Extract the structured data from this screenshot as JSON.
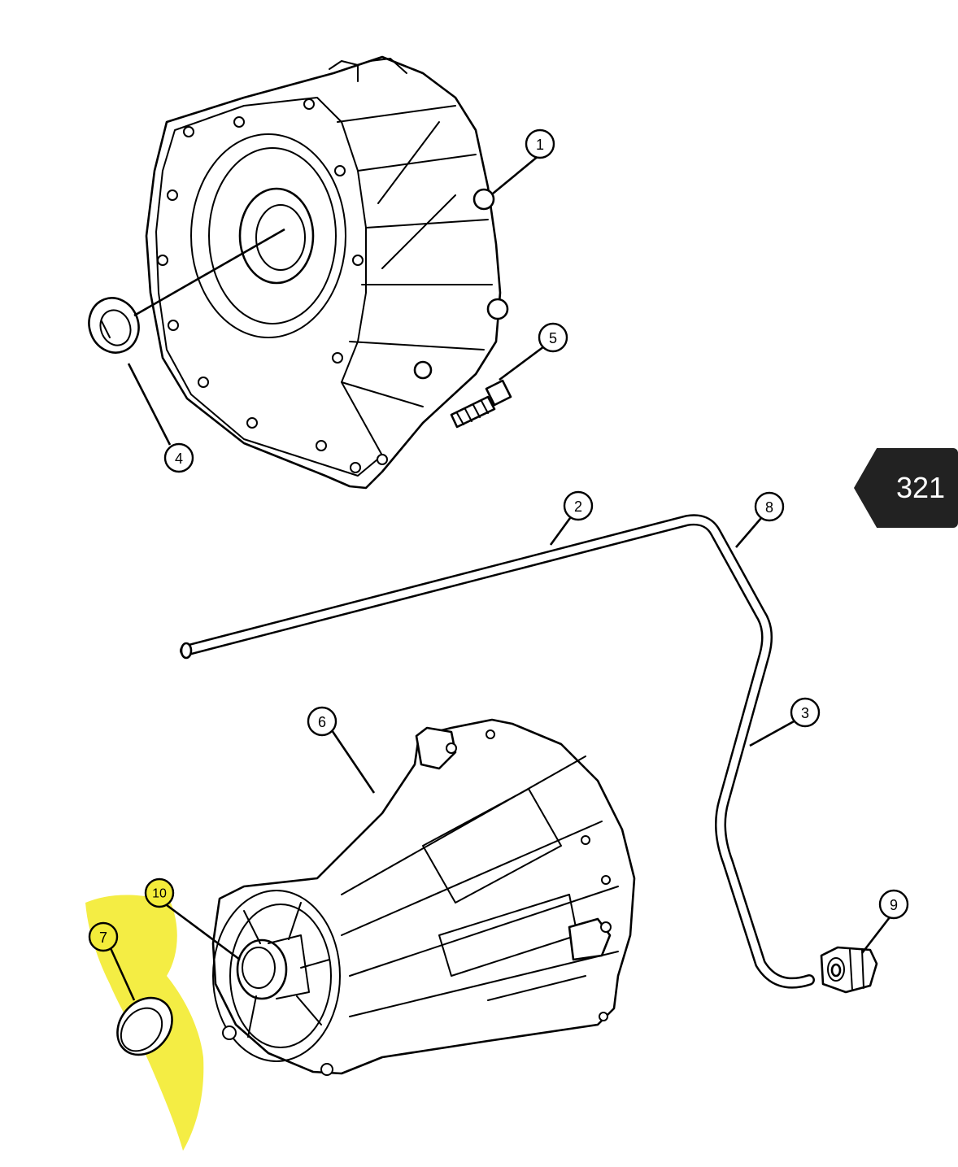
{
  "page_number": "321",
  "highlight_color": "#f3ec3a",
  "callouts": [
    {
      "label": "1"
    },
    {
      "label": "2"
    },
    {
      "label": "3"
    },
    {
      "label": "4"
    },
    {
      "label": "5"
    },
    {
      "label": "6"
    },
    {
      "label": "7",
      "highlighted": true
    },
    {
      "label": "8"
    },
    {
      "label": "9"
    },
    {
      "label": "10",
      "highlighted": true
    }
  ]
}
